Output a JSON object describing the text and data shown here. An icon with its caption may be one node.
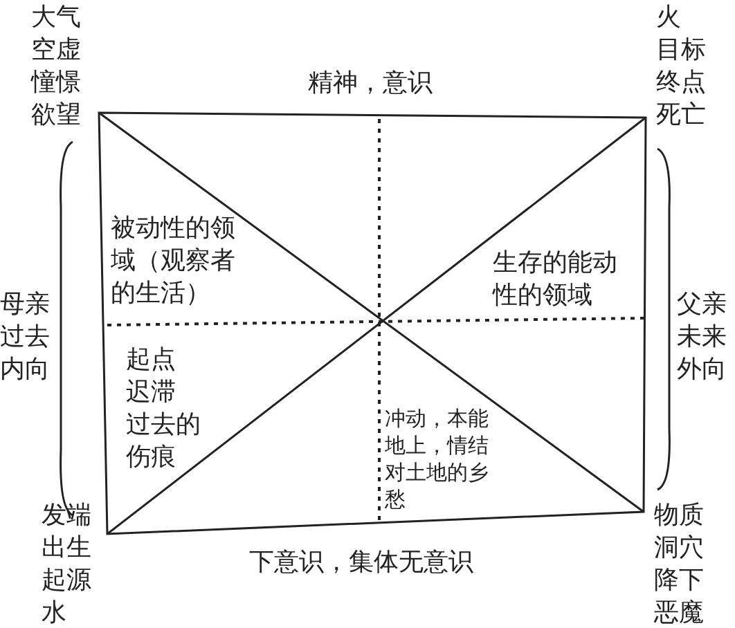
{
  "diagram": {
    "labels": [
      "大气",
      "空虚",
      "憧憬",
      "欲望",
      "精神，意识",
      "火",
      "目标",
      "终点",
      "死亡",
      "被动性的领域（观察者的生活）",
      "生存的能动性的领域",
      "母亲",
      "过去",
      "内向",
      "父亲",
      "未来",
      "外向",
      "起点",
      "迟滞",
      "过去的伤痕",
      "冲动，本能地上，情结对土地的乡愁",
      "发端",
      "出生",
      "起源",
      "水",
      "下意识，集体无意识",
      "物质",
      "洞穴",
      "降下",
      "恶魔"
    ]
  }
}
